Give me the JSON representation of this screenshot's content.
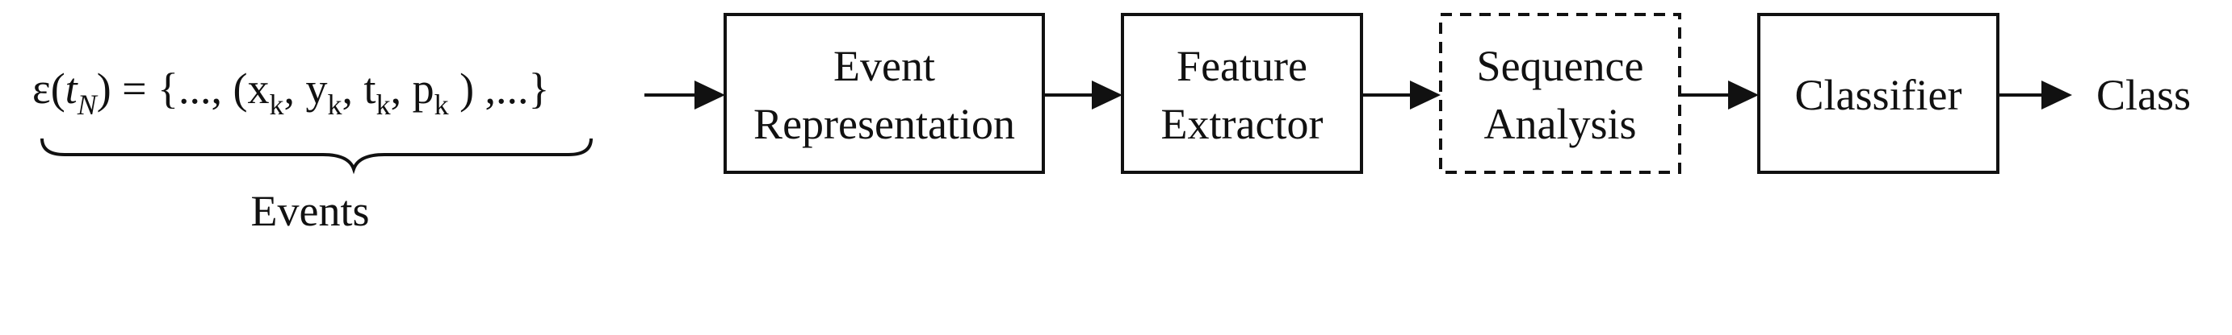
{
  "formula": {
    "epsilon": "ε",
    "open_paren": "(",
    "t": "t",
    "t_sub": "N",
    "close_paren_eq": ") = {..., (x",
    "x_sub": "k",
    "comma_y": ", y",
    "y_sub": "k",
    "comma_t": ", t",
    "t2_sub": "k",
    "comma_p": ", p",
    "p_sub": "k",
    "tail": " ) ,...}"
  },
  "brace_label": "Events",
  "blocks": [
    {
      "line1": "Event",
      "line2": "Representation",
      "style": "solid"
    },
    {
      "line1": "Feature",
      "line2": "Extractor",
      "style": "solid"
    },
    {
      "line1": "Sequence",
      "line2": "Analysis",
      "style": "dashed"
    },
    {
      "line1": "Classifier",
      "line2": "",
      "style": "solid"
    }
  ],
  "output_label": "Class",
  "colors": {
    "stroke": "#111111",
    "background": "#ffffff"
  }
}
